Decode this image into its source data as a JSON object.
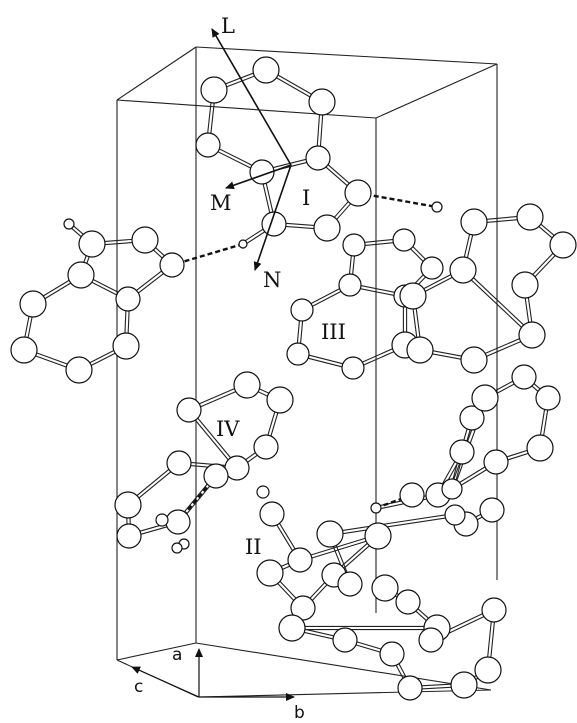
{
  "molecule_labels": {
    "m1": "I",
    "m2": "II",
    "m3": "III",
    "m4": "IV"
  },
  "axis_labels": {
    "L": "L",
    "M": "M",
    "N": "N"
  },
  "cell_axes": {
    "a": "a",
    "b": "b",
    "c": "c"
  }
}
